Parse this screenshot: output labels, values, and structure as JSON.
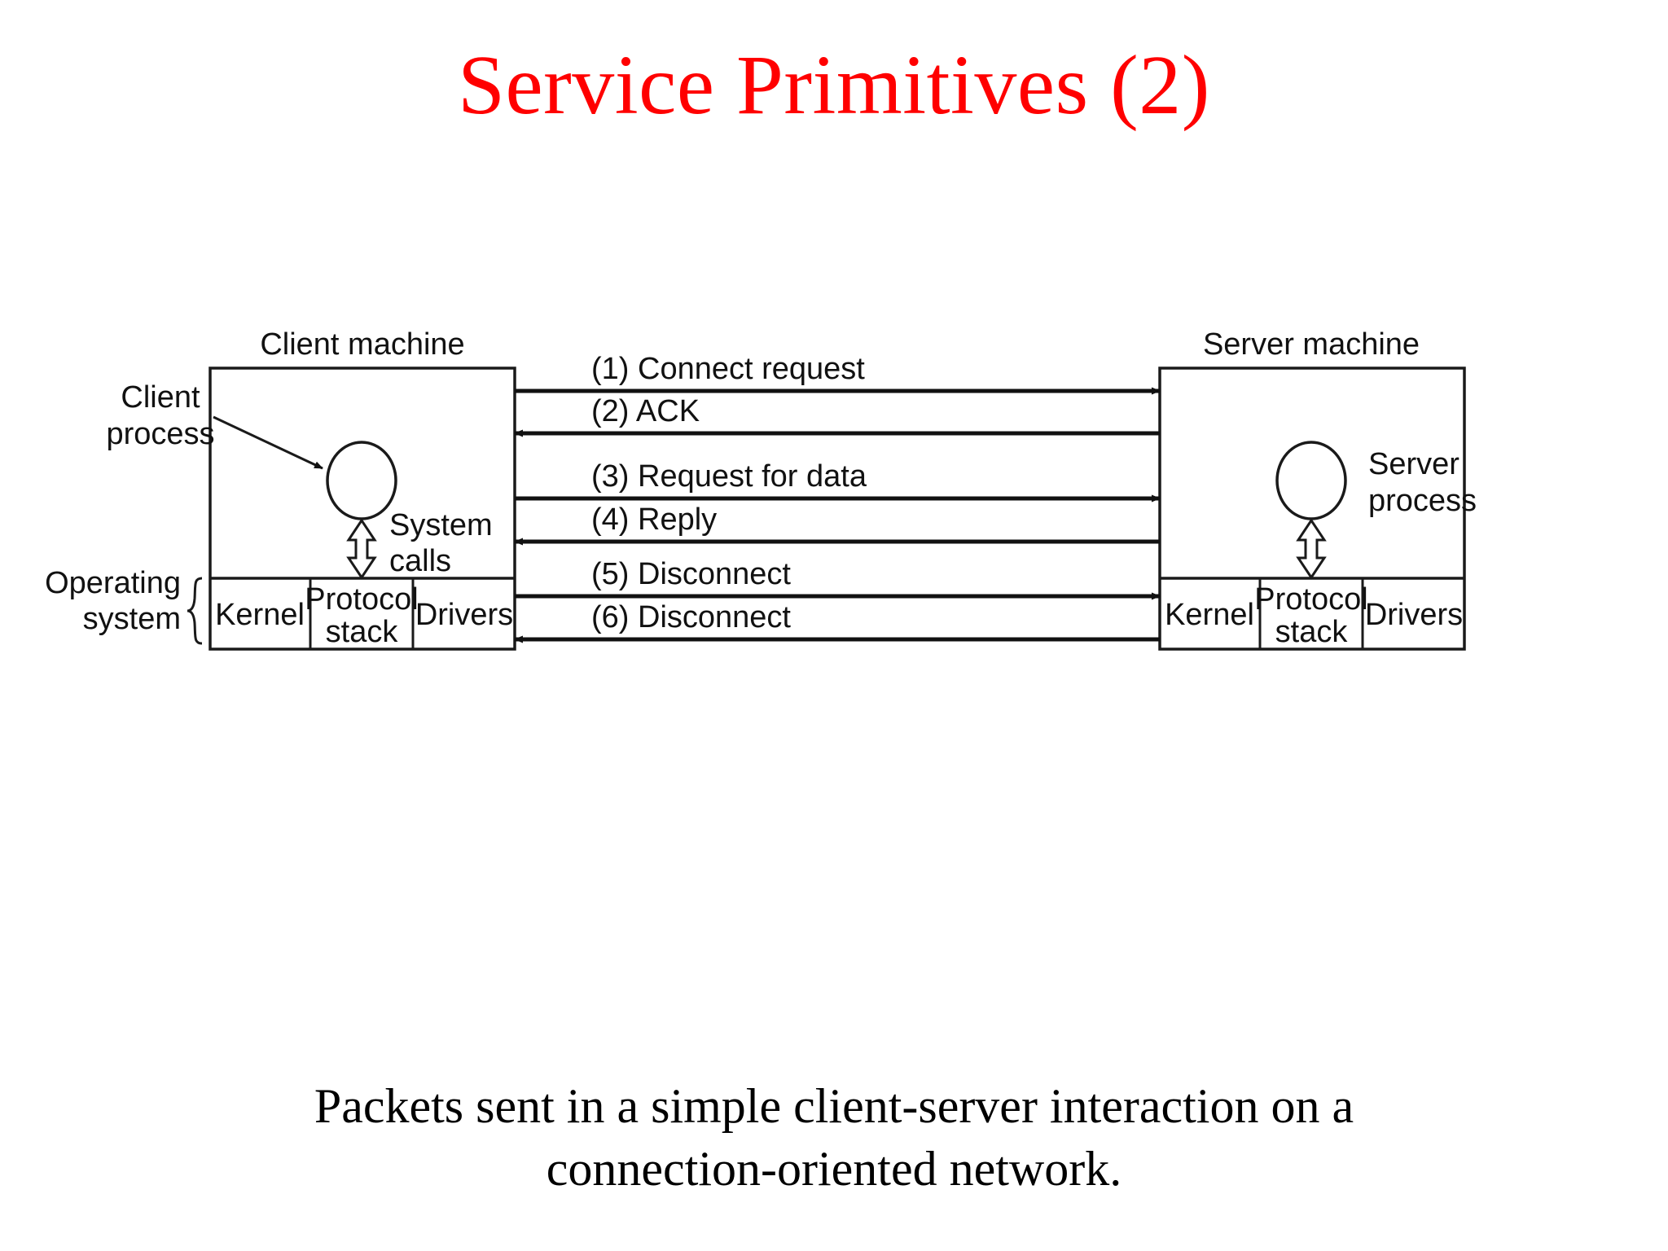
{
  "slide": {
    "title": "Service Primitives (2)",
    "title_color": "#FF0000",
    "background_color": "#FFFFFF",
    "caption_line_1": "Packets sent in a simple client-server interaction on a",
    "caption_line_2": "connection-oriented network."
  },
  "diagram": {
    "type": "sequence-diagram",
    "stroke_color": "#1A1A1A",
    "client": {
      "machine_label": "Client machine",
      "process_label_line_1": "Client",
      "process_label_line_2": "process",
      "os_label_line_1": "Operating",
      "os_label_line_2": "system",
      "syscall_label_line_1": "System",
      "syscall_label_line_2": "calls",
      "os_cells": [
        "Kernel",
        "Protocol stack",
        "Drivers"
      ],
      "os_cell_1": "Kernel",
      "os_cell_2_line_1": "Protocol",
      "os_cell_2_line_2": "stack",
      "os_cell_3": "Drivers"
    },
    "server": {
      "machine_label": "Server machine",
      "process_label_line_1": "Server",
      "process_label_line_2": "process",
      "os_cells": [
        "Kernel",
        "Protocol stack",
        "Drivers"
      ],
      "os_cell_1": "Kernel",
      "os_cell_2_line_1": "Protocol",
      "os_cell_2_line_2": "stack",
      "os_cell_3": "Drivers"
    },
    "messages": [
      {
        "number": "(1)",
        "label": "(1) Connect request",
        "direction": "client-to-server"
      },
      {
        "number": "(2)",
        "label": "(2) ACK",
        "direction": "server-to-client"
      },
      {
        "number": "(3)",
        "label": "(3) Request for data",
        "direction": "client-to-server"
      },
      {
        "number": "(4)",
        "label": "(4) Reply",
        "direction": "server-to-client"
      },
      {
        "number": "(5)",
        "label": "(5) Disconnect",
        "direction": "client-to-server"
      },
      {
        "number": "(6)",
        "label": "(6) Disconnect",
        "direction": "server-to-client"
      }
    ]
  }
}
